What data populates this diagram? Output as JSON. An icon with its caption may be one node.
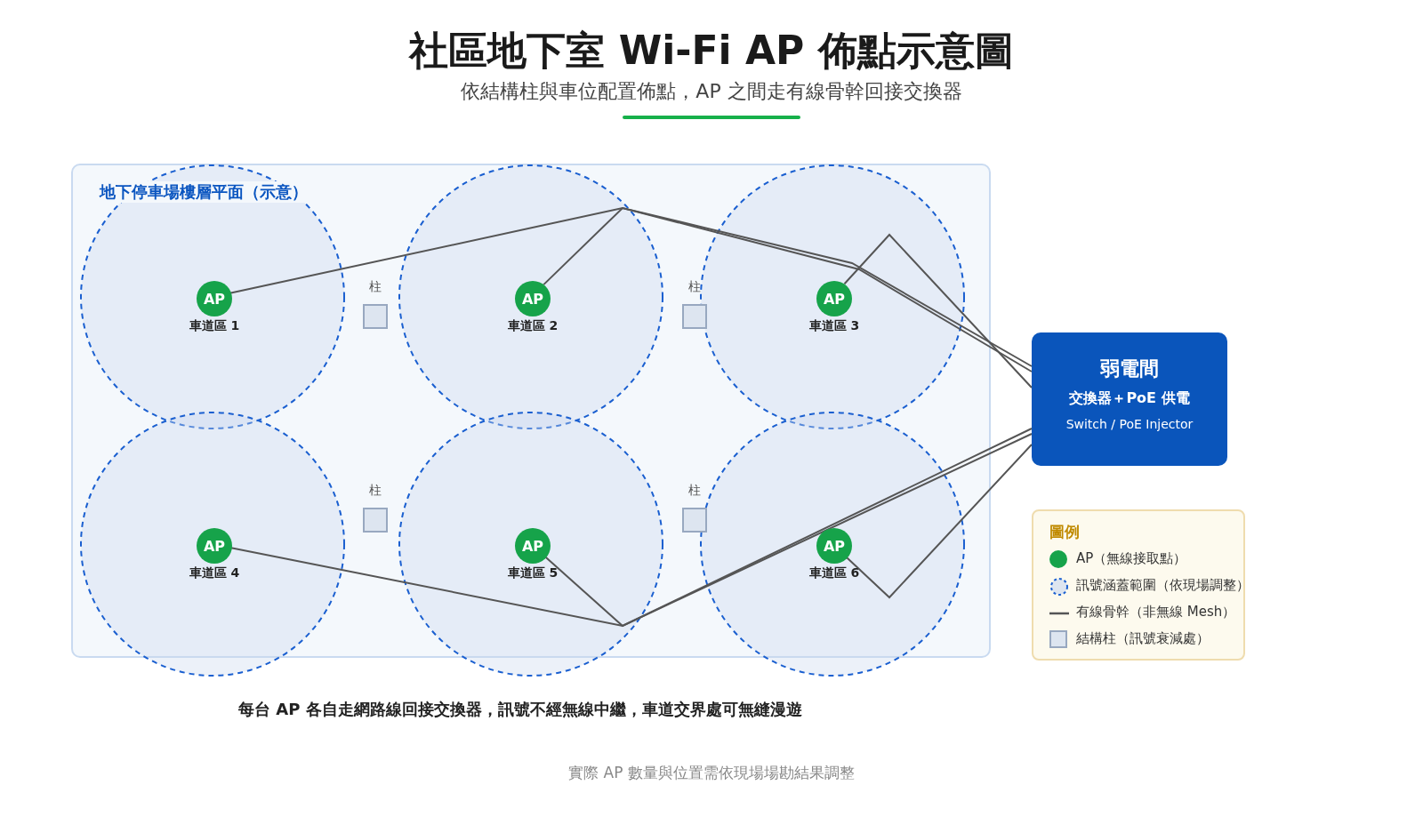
{
  "diagram": {
    "title": "社區地下室 Wi-Fi AP 佈點示意圖",
    "nodes": [
      {
        "text": [
          "地下停車場樓層平面（示意）"
        ]
      },
      {
        "text": [
          "AP"
        ],
        "beside": [
          "車道區 1"
        ],
        "in": 0
      },
      {
        "text": [
          "AP"
        ],
        "beside": [
          "車道區 2"
        ],
        "in": 0
      },
      {
        "text": [
          "AP"
        ],
        "beside": [
          "車道區 3"
        ],
        "in": 0
      },
      {
        "text": [
          "AP"
        ],
        "beside": [
          "車道區 4"
        ],
        "in": 0
      },
      {
        "text": [
          "AP"
        ],
        "beside": [
          "車道區 5"
        ],
        "in": 0
      },
      {
        "text": [
          "AP"
        ],
        "beside": [
          "車道區 6"
        ],
        "in": 0
      },
      {
        "text": [
          "弱電間",
          "交換器＋PoE 供電",
          "Switch / PoE Injector"
        ]
      }
    ],
    "edges": [
      {
        "from": 1,
        "to": 7,
        "arrow": "none"
      },
      {
        "from": 2,
        "to": 7,
        "arrow": "none"
      },
      {
        "from": 3,
        "to": 7,
        "arrow": "none"
      },
      {
        "from": 4,
        "to": 7,
        "arrow": "none"
      },
      {
        "from": 5,
        "to": 7,
        "arrow": "none"
      },
      {
        "from": 6,
        "to": 7,
        "arrow": "none"
      }
    ],
    "labels": [
      "依結構柱與車位配置佈點，AP 之間走有線骨幹回接交換器",
      "柱",
      "柱",
      "柱",
      "柱",
      "每台 AP 各自走網路線回接交換器，訊號不經無線中繼，車道交界處可無縫漫遊",
      "實際 AP 數量與位置需依現場場勘結果調整"
    ],
    "legend": [
      {
        "text": "圖例"
      },
      {
        "text": "AP（無線接取點）",
        "color": "#16a34a"
      },
      {
        "text": "訊號涵蓋範圍（依現場調整）"
      },
      {
        "text": "有線骨幹（非無線 Mesh）"
      },
      {
        "text": "結構柱（訊號衰減處）",
        "color": "#dde5f0"
      }
    ]
  }
}
